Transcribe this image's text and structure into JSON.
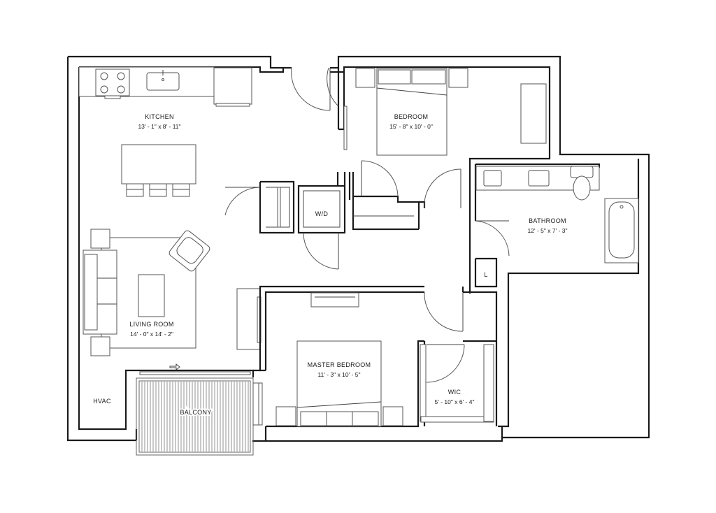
{
  "rooms": {
    "kitchen": {
      "name": "KITCHEN",
      "dim": "13' - 1\" x 8' - 11\""
    },
    "bedroom": {
      "name": "BEDROOM",
      "dim": "15' - 8\" x 10' - 0\""
    },
    "bathroom": {
      "name": "BATHROOM",
      "dim": "12' - 5\" x 7' - 3\""
    },
    "living": {
      "name": "LIVING ROOM",
      "dim": "14' - 0\" x 14' - 2\""
    },
    "master": {
      "name": "MASTER BEDROOM",
      "dim": "11' - 3\" x 10' - 5\""
    },
    "wic": {
      "name": "WIC",
      "dim": "5' - 10\" x 6' - 4\""
    },
    "wd": {
      "name": "W/D"
    },
    "linen": {
      "name": "L"
    },
    "hvac": {
      "name": "HVAC"
    },
    "balcony": {
      "name": "BALCONY"
    }
  }
}
